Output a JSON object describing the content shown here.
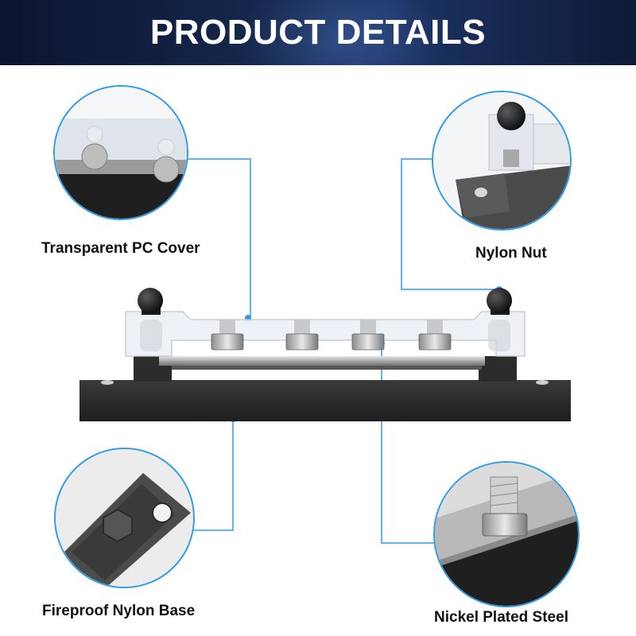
{
  "header": {
    "title": "PRODUCT DETAILS"
  },
  "callouts": {
    "cover": "Transparent PC Cover",
    "nut": "Nylon Nut",
    "base": "Fireproof Nylon Base",
    "steel": "Nickel Plated Steel"
  },
  "colors": {
    "accent": "#2f9ce6",
    "banner": "#16294f",
    "base": "#2a2a2a"
  }
}
